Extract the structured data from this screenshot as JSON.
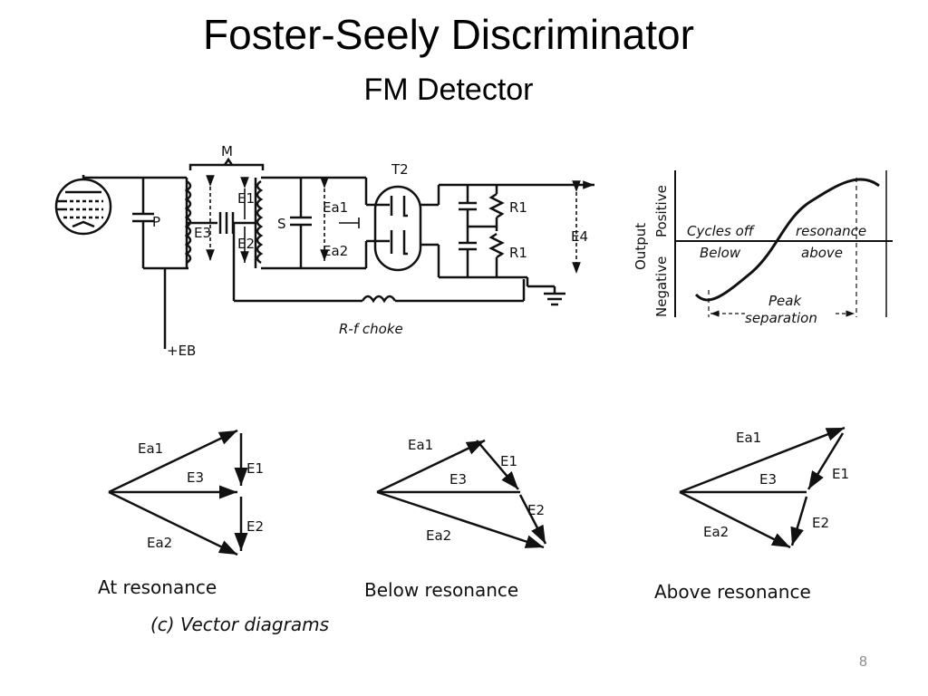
{
  "slide": {
    "title": "Foster-Seely Discriminator",
    "subtitle": "FM Detector",
    "page_number": "8"
  },
  "circuit": {
    "labels": {
      "mutual": "M",
      "primary": "P",
      "e3": "E3",
      "e1": "E1",
      "e2": "E2",
      "secondary": "S",
      "ea1": "Ea1",
      "ea2": "Ea2",
      "tube": "T2",
      "r1_top": "R1",
      "r1_bottom": "R1",
      "e4": "E4",
      "choke": "R-f choke",
      "supply": "+EB"
    }
  },
  "response_curve": {
    "axis_positive": "Positive",
    "axis_negative": "Negative",
    "axis_output": "Output",
    "cycles_off": "Cycles off",
    "resonance": "resonance",
    "below": "Below",
    "above": "above",
    "peak": "Peak",
    "separation": "separation"
  },
  "vectors": {
    "at_resonance": {
      "caption": "At resonance",
      "ea1": "Ea1",
      "e3": "E3",
      "e1": "E1",
      "e2": "E2",
      "ea2": "Ea2"
    },
    "below_resonance": {
      "caption": "Below resonance",
      "ea1": "Ea1",
      "e3": "E3",
      "e1": "E1",
      "e2": "E2",
      "ea2": "Ea2"
    },
    "above_resonance": {
      "caption": "Above resonance",
      "ea1": "Ea1",
      "e3": "E3",
      "e1": "E1",
      "e2": "E2",
      "ea2": "Ea2"
    },
    "footer": "(c) Vector diagrams"
  }
}
